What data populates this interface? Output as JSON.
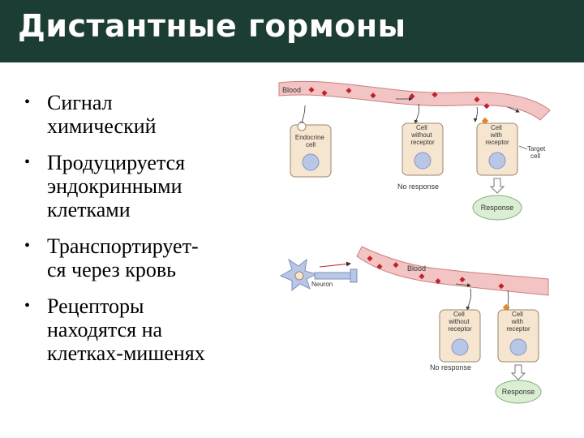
{
  "slide": {
    "title": "Дистантные гормоны",
    "bullets": [
      "Сигнал\nхимический",
      "Продуцируется\nэндокринными\nклетками",
      "Транспортирует-\nся через кровь",
      "Рецепторы\nнаходятся на\nклетках-мишенях"
    ]
  },
  "diagram": {
    "top": {
      "blood_label": "Blood",
      "endocrine_cell_label": [
        "Endocrine",
        "cell"
      ],
      "cell_without_receptor_label": [
        "Cell",
        "without",
        "receptor"
      ],
      "cell_with_receptor_label": [
        "Cell",
        "with",
        "receptor"
      ],
      "target_cell_label": [
        "Target",
        "cell"
      ],
      "no_response_label": "No response",
      "response_label": "Response"
    },
    "bottom": {
      "blood_label": "Blood",
      "neuron_label": "Neuron",
      "cell_without_receptor_label": [
        "Cell",
        "without",
        "receptor"
      ],
      "cell_with_receptor_label": [
        "Cell",
        "with",
        "receptor"
      ],
      "no_response_label": "No response",
      "response_label": "Response"
    }
  },
  "colors": {
    "title_bar": "#1c3d34",
    "vessel": "#f2c4c4",
    "vessel_stroke": "#c9807f",
    "hormone": "#c0222d",
    "cell_fill": "#f6e6d0",
    "cell_stroke": "#9a8670",
    "nucleus": "#b9c7e6",
    "response_fill": "#d9eed3",
    "response_stroke": "#86b07a"
  },
  "icons": {
    "bullet": "•",
    "neuron": "neuron-icon",
    "arrow": "down-arrow-icon"
  }
}
